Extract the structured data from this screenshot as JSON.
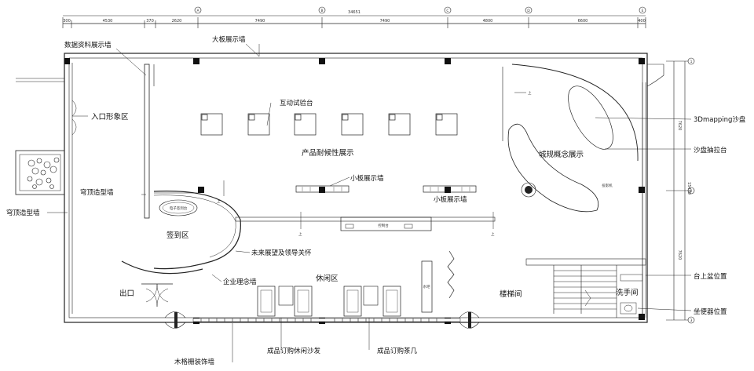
{
  "dimensions": {
    "segments": [
      "300",
      "4530",
      "370",
      "2620",
      "7490",
      "7490",
      "4800",
      "6600",
      "400"
    ],
    "total": "34651"
  },
  "grid_axes": {
    "top": [
      "A",
      "B",
      "C",
      "D",
      "E"
    ],
    "right": [
      "1",
      "2",
      "3"
    ]
  },
  "right_dims": [
    "7620",
    "15490",
    "7620"
  ],
  "callouts": {
    "data_wall": "数据资料展示墙",
    "big_board": "大板展示墙",
    "ceiling_wall_1": "穹顶造型墙",
    "ceiling_wall_2": "穹顶造型墙",
    "interactive_bench": "互动试验台",
    "small_board_1": "小板展示墙",
    "small_board_2": "小板展示墙",
    "future_wall": "未来展望及领导关怀",
    "corp_wall": "企业理念墙",
    "mapping_table": "3Dmapping沙盘",
    "sandbox_drawer": "沙盘抽拉台",
    "counter_basin": "台上盆位置",
    "toilet": "坐便器位置",
    "wood_grille": "木格栅装饰墙",
    "sofa": "成品订购休闲沙发",
    "tea_table": "成品订购茶几"
  },
  "zones": {
    "entrance": "入口形象区",
    "durability": "产品耐候性展示",
    "urban_planning": "城规概念展示",
    "checkin": "签到区",
    "leisure": "休闲区",
    "exit": "出口",
    "stairs": "楼梯间",
    "washroom": "洗手间"
  },
  "small_labels": {
    "signin_desk": "电子签到台",
    "console": "控制台",
    "projector": "投影机",
    "bar": "水吧"
  },
  "up_mark": "上",
  "legend_marks": {
    "up": "上"
  }
}
